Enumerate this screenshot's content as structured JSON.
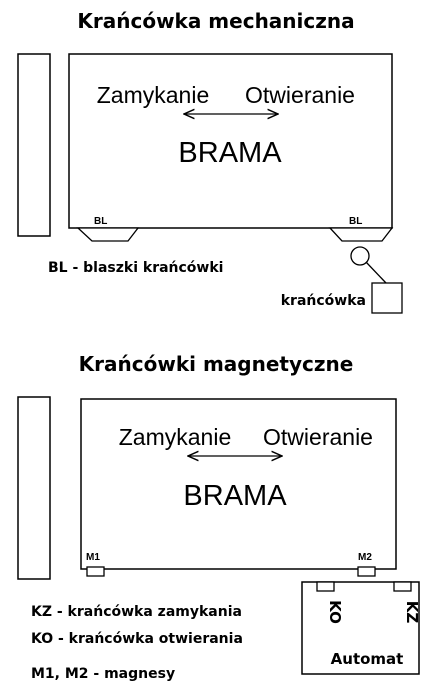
{
  "section1": {
    "title": "Krańcówka mechaniczna",
    "left_label": "Zamykanie",
    "right_label": "Otwieranie",
    "gate_label": "BRAMA",
    "bl_left": "BL",
    "bl_right": "BL",
    "legend_bl": "BL - blaszki krańcówki",
    "switch_label": "krańcówka"
  },
  "section2": {
    "title": "Krańcówki magnetyczne",
    "left_label": "Zamykanie",
    "right_label": "Otwieranie",
    "gate_label": "BRAMA",
    "m1": "M1",
    "m2": "M2",
    "legend_kz": "KZ - krańcówka zamykania",
    "legend_ko": "KO - krańcówka otwierania",
    "legend_m": "M1, M2 - magnesy",
    "ko": "KO",
    "kz": "KZ",
    "automat": "Automat"
  }
}
